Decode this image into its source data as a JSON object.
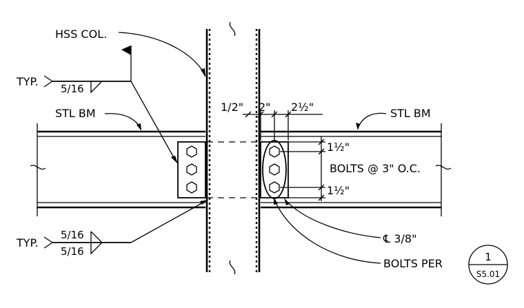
{
  "labels": {
    "hss_col": "HSS COL.",
    "stl_bm_left": "STL BM",
    "stl_bm_right": "STL BM",
    "typ_top": "TYP.",
    "weld_top": "5/16",
    "typ_bottom": "TYP.",
    "weld_bottom_upper": "5/16",
    "weld_bottom_lower": "5/16",
    "dim_half": "1/2\"",
    "dim_two": "2\"",
    "dim_two_half": "2½\"",
    "dim_edge_top": "1½\"",
    "dim_edge_bottom": "1½\"",
    "bolts_spacing": "BOLTS @ 3\" O.C.",
    "plate": "℄ 3/8\"",
    "bolts_per": "BOLTS PER",
    "callout_number": "1",
    "callout_sheet": "S5.01"
  }
}
